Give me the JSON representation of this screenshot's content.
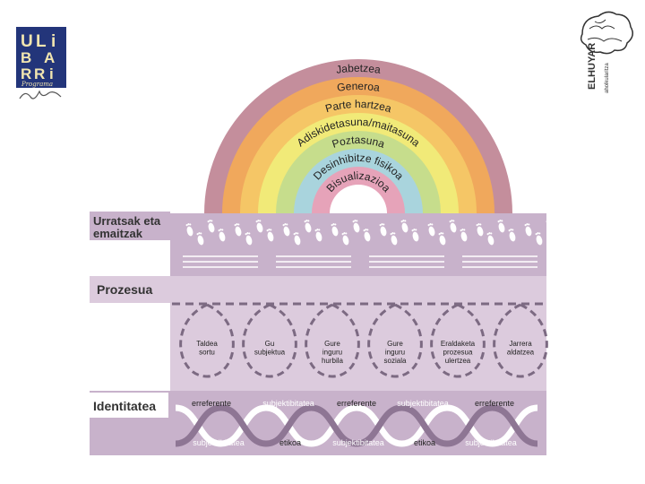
{
  "logos": {
    "left_text": [
      "U",
      "L",
      "i",
      "B",
      "A",
      "R",
      "R",
      "i"
    ],
    "left_caption": "Programa",
    "right_text": "ELHUYAR",
    "right_subtext": "aholkularitza"
  },
  "rainbow": {
    "bands": [
      {
        "label": "Jabetzea",
        "color": "#c48e9c"
      },
      {
        "label": "Generoa",
        "color": "#f0a85c"
      },
      {
        "label": "Parte hartzea",
        "color": "#f5c666"
      },
      {
        "label": "Adiskidetasuna/maitasuna",
        "color": "#f1ea78"
      },
      {
        "label": "Poztasuna",
        "color": "#c6dd8c"
      },
      {
        "label": "Desinhibitze fisikoa",
        "color": "#a9d4dd"
      },
      {
        "label": "Bisualizazioa",
        "color": "#e6a3b9"
      }
    ]
  },
  "sections": {
    "steps": {
      "title_line1": "Urratsak eta",
      "title_line2": "emaitzak"
    },
    "process": {
      "title": "Prozesua"
    },
    "identity": {
      "title": "Identitatea"
    }
  },
  "process_items": [
    {
      "line1": "Taldea",
      "line2": "sortu",
      "line3": ""
    },
    {
      "line1": "Gu",
      "line2": "subjektua",
      "line3": ""
    },
    {
      "line1": "Gure",
      "line2": "inguru",
      "line3": "hurbila"
    },
    {
      "line1": "Gure",
      "line2": "inguru",
      "line3": "soziala"
    },
    {
      "line1": "Eraldaketa",
      "line2": "prozesua",
      "line3": "ulertzea"
    },
    {
      "line1": "Jarrera",
      "line2": "aldatzea",
      "line3": ""
    }
  ],
  "identity_top": [
    "erreferente",
    "subjektibitatea",
    "erreferente",
    "subjektibitatea",
    "erreferente"
  ],
  "identity_bottom": [
    "subjektibitatea",
    "etikoa",
    "subjektibitatea",
    "etikoa",
    "subjektibitatea"
  ],
  "colors": {
    "panel": "#c8b2cb",
    "panel_light": "#dccbdd",
    "panel_dark": "#9d86a2",
    "dash": "#7c6a82",
    "footprint": "#ffffff"
  }
}
